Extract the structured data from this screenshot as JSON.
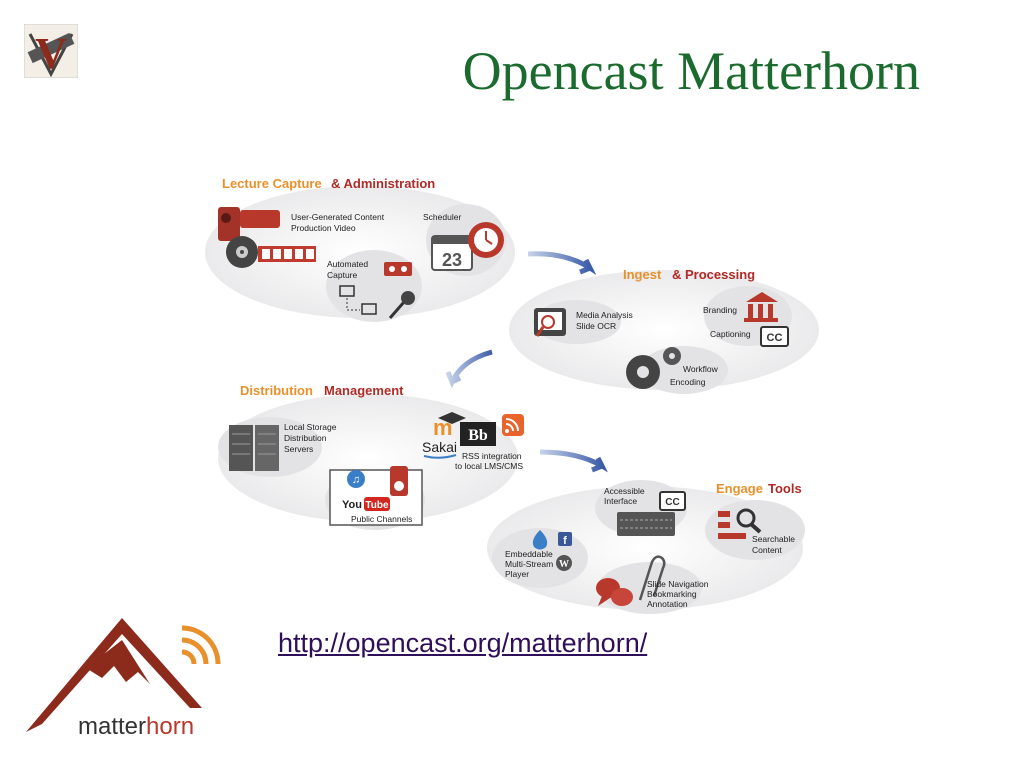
{
  "slide": {
    "title": "Opencast Matterhorn",
    "url": "http://opencast.org/matterhorn/"
  },
  "logos": {
    "top_left_letter": "V",
    "bottom_left_word_a": "matter",
    "bottom_left_word_b": "horn"
  },
  "diagram": {
    "capture": {
      "title_a": "Lecture Capture",
      "title_b": "& Administration",
      "ugc_1": "User-Generated Content",
      "ugc_2": "Production Video",
      "scheduler": "Scheduler",
      "calendar_day": "23",
      "auto_1": "Automated",
      "auto_2": "Capture"
    },
    "ingest": {
      "title_a": "Ingest",
      "title_b": "& Processing",
      "media_1": "Media Analysis",
      "media_2": "Slide OCR",
      "branding": "Branding",
      "captioning": "Captioning",
      "cc": "CC",
      "workflow": "Workflow",
      "encoding": "Encoding"
    },
    "distribution": {
      "title_a": "Distribution",
      "title_b": "Management",
      "storage_1": "Local Storage",
      "storage_2": "Distribution",
      "storage_3": "Servers",
      "sakai": "Sakai",
      "bb": "Bb",
      "rss_1": "RSS integration",
      "rss_2": "to local LMS/CMS",
      "youtube_a": "You",
      "youtube_b": "Tube",
      "public": "Public Channels"
    },
    "engage": {
      "title_a": "Engage",
      "title_b": "Tools",
      "access_1": "Accessible",
      "access_2": "Interface",
      "cc": "CC",
      "search_1": "Searchable",
      "search_2": "Content",
      "embed_1": "Embeddable",
      "embed_2": "Multi-Stream",
      "embed_3": "Player",
      "slide_1": "Slide Navigation",
      "slide_2": "Bookmarking",
      "slide_3": "Annotation"
    }
  }
}
